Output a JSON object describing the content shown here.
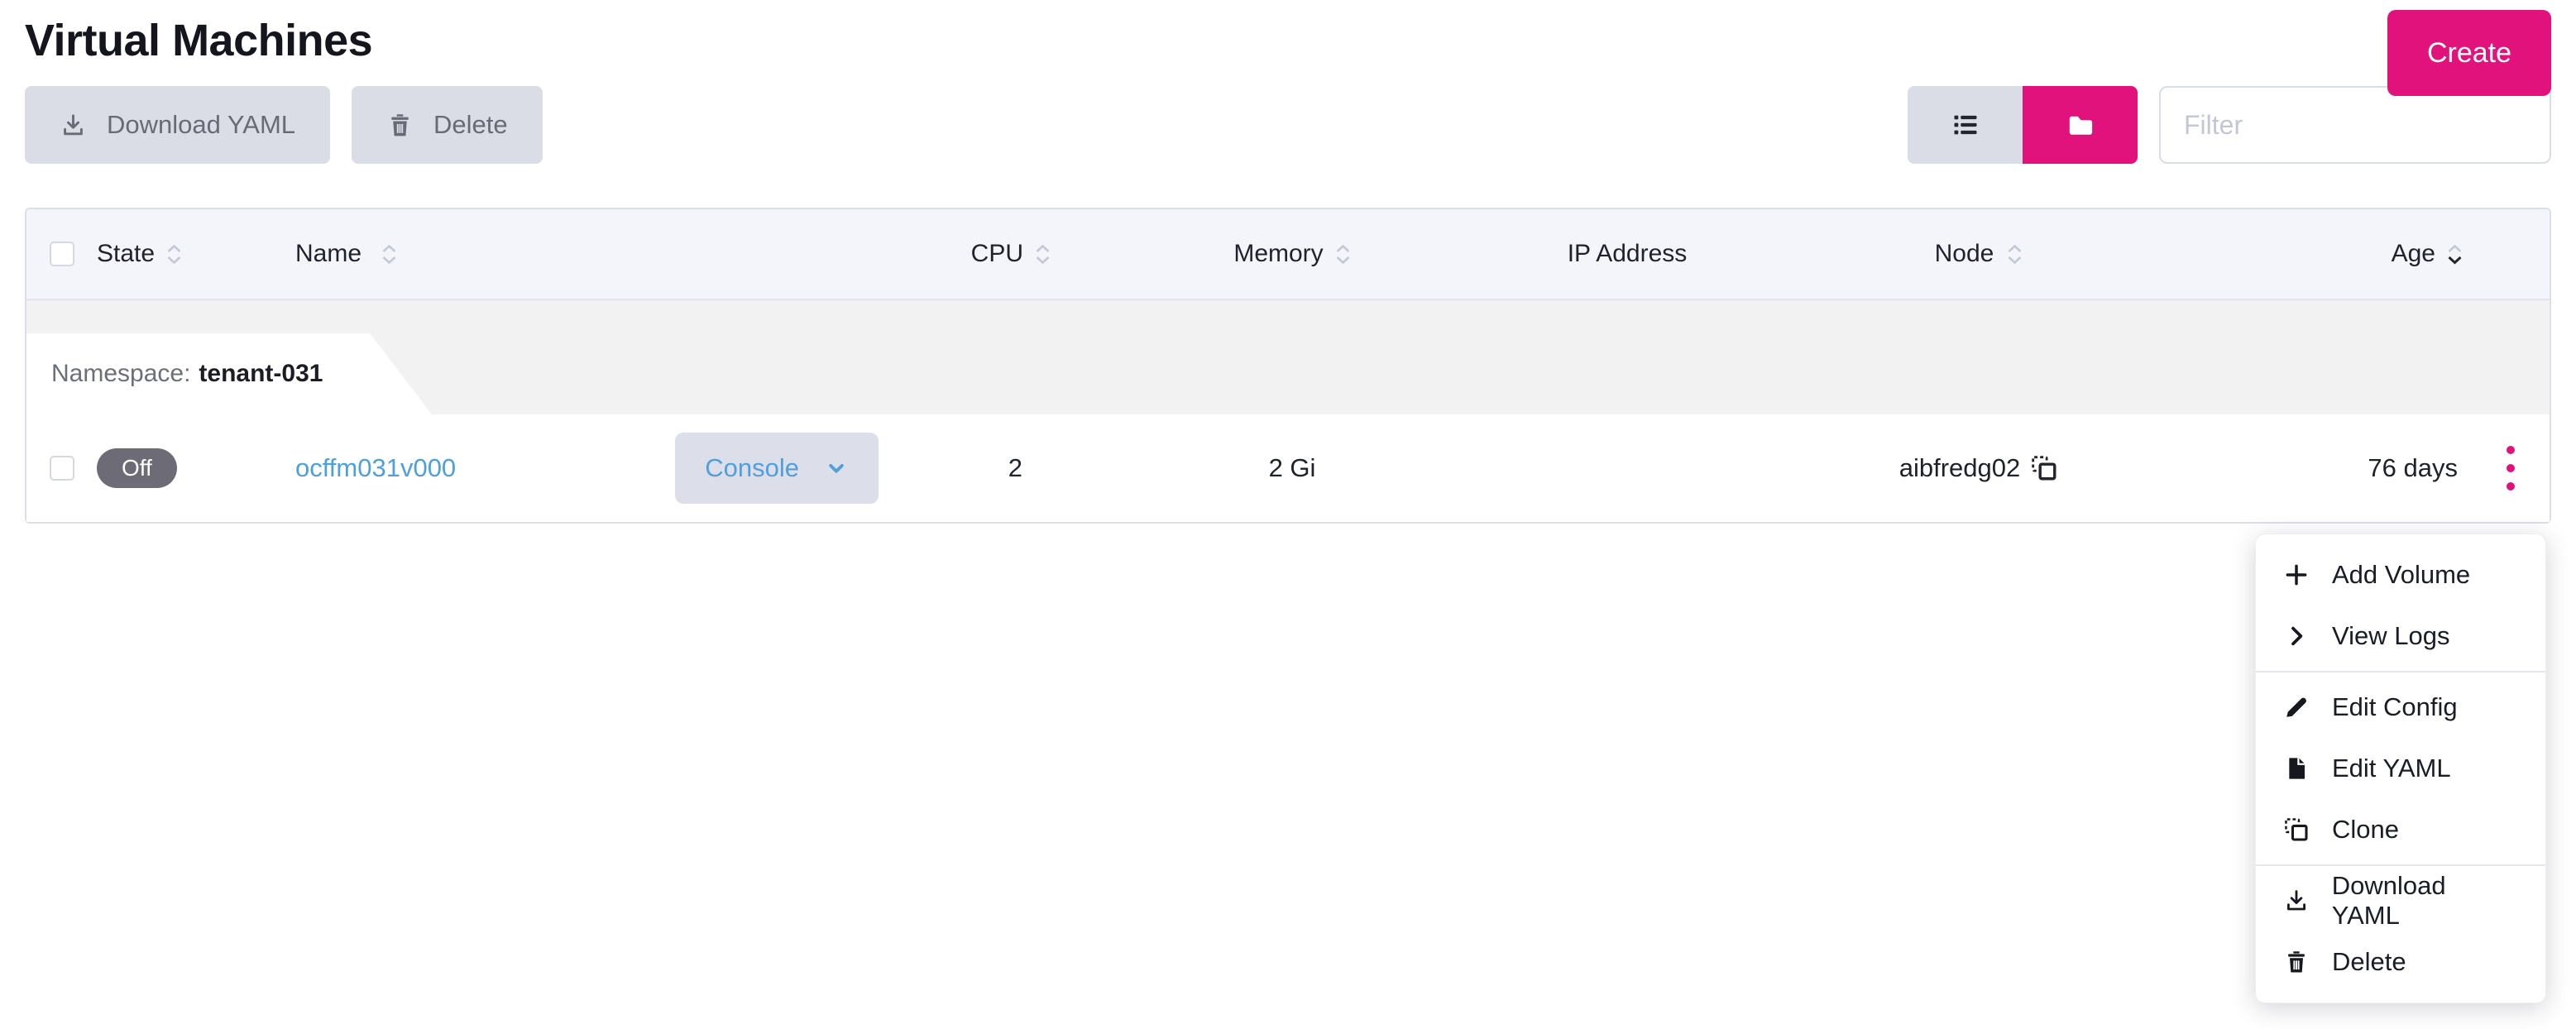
{
  "page": {
    "title": "Virtual Machines"
  },
  "toolbar": {
    "download_yaml_label": "Download YAML",
    "delete_label": "Delete",
    "create_label": "Create",
    "filter_placeholder": "Filter"
  },
  "view_toggle": {
    "active": "grouped",
    "options": [
      "list",
      "grouped"
    ]
  },
  "table": {
    "columns": [
      {
        "label": "State",
        "sortable": true
      },
      {
        "label": "Name",
        "sortable": true
      },
      {
        "label": "CPU",
        "sortable": true
      },
      {
        "label": "Memory",
        "sortable": true
      },
      {
        "label": "IP Address",
        "sortable": false
      },
      {
        "label": "Node",
        "sortable": true
      },
      {
        "label": "Age",
        "sortable": true,
        "sorted": "desc"
      }
    ],
    "group": {
      "label": "Namespace:",
      "value": "tenant-031"
    },
    "rows": [
      {
        "state": "Off",
        "name": "ocffm031v000",
        "console_label": "Console",
        "cpu": "2",
        "memory": "2 Gi",
        "ip_address": "",
        "node": "aibfredg02",
        "age": "76 days"
      }
    ]
  },
  "menu": {
    "items": [
      {
        "label": "Add Volume",
        "icon": "plus-icon"
      },
      {
        "label": "View Logs",
        "icon": "chevron-right-icon"
      },
      {
        "label": "Edit Config",
        "icon": "pencil-icon"
      },
      {
        "label": "Edit YAML",
        "icon": "file-icon"
      },
      {
        "label": "Clone",
        "icon": "clone-icon"
      },
      {
        "label": "Download YAML",
        "icon": "download-icon"
      },
      {
        "label": "Delete",
        "icon": "trash-icon"
      }
    ],
    "dividers_after": [
      1,
      4
    ]
  },
  "colors": {
    "primary": "#E2127D",
    "link": "#4DA0DC",
    "badge_off_bg": "#6C6B76",
    "header_bg": "#F4F5FA",
    "group_band_bg": "#F2F2F3",
    "disabled_button_bg": "#DBDDE6",
    "disabled_button_text": "#676B76"
  }
}
